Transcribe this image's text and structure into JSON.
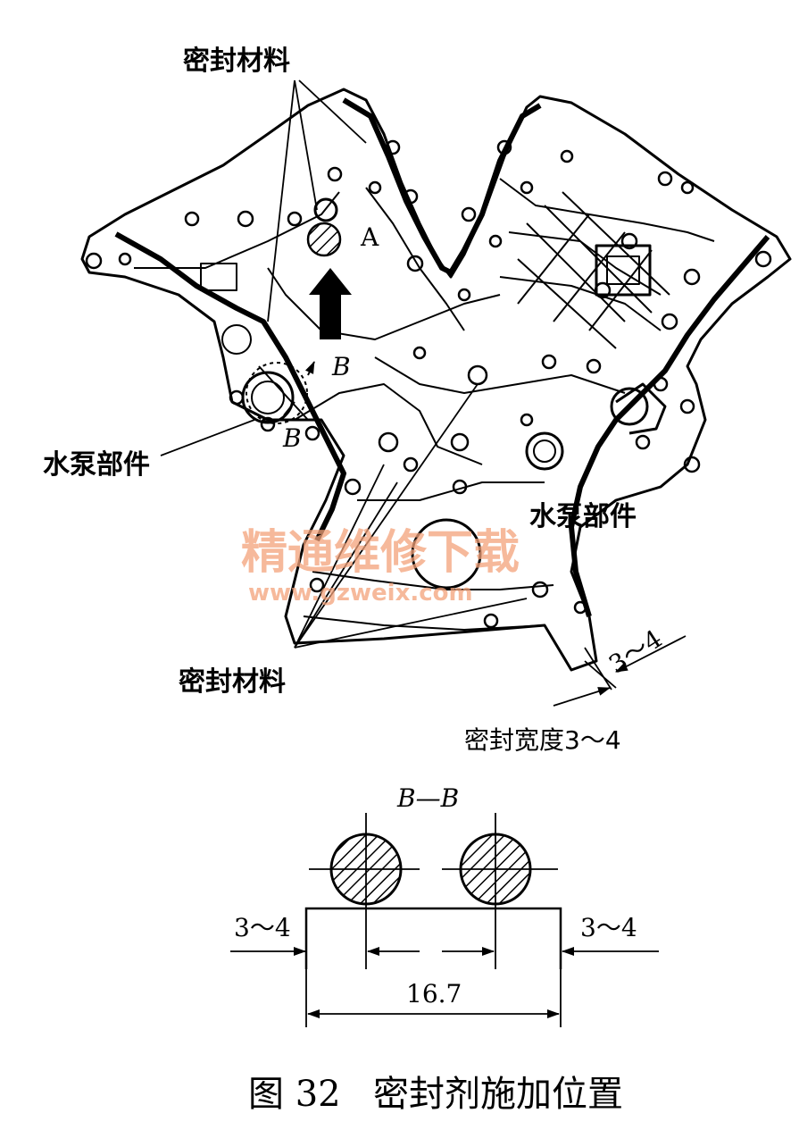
{
  "labels": {
    "seal_material_top": "密封材料",
    "seal_material_bottom": "密封材料",
    "water_pump_left": "水泵部件",
    "water_pump_right": "水泵部件",
    "mark_a": "A",
    "section_b_upper": "B",
    "section_b_lower": "B",
    "seal_width": "密封宽度3～4",
    "dim_angled": "3～4"
  },
  "section": {
    "title": "B—B",
    "left_dim": "3～4",
    "right_dim": "3～4",
    "total_dim": "16.7"
  },
  "watermark": {
    "line1": "精通维修下载",
    "line2": "www.gzweix.com"
  },
  "caption": {
    "figure_no": "图 32",
    "text": "密封剂施加位置"
  }
}
